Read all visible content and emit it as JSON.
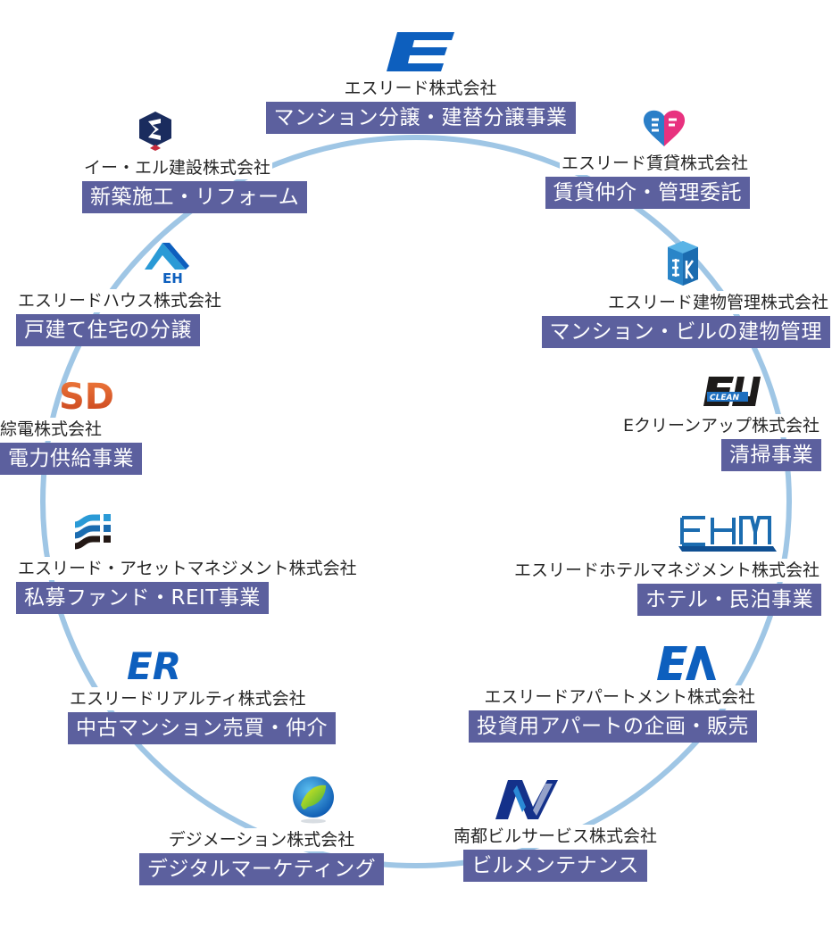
{
  "diagram": {
    "ring_color": "#9fc6e5",
    "label_bg_color": "#5c609e",
    "companies": [
      {
        "id": "esreed",
        "logo": "e-logo-icon",
        "name": "エスリード株式会社",
        "business": "マンション分譲・建替分譲事業"
      },
      {
        "id": "eel",
        "logo": "hexagon-e-logo-icon",
        "name": "イー・エル建設株式会社",
        "business": "新築施工・リフォーム"
      },
      {
        "id": "chintai",
        "logo": "heart-ef-logo-icon",
        "name": "エスリード賃貸株式会社",
        "business": "賃貸仲介・管理委託"
      },
      {
        "id": "house",
        "logo": "eh-house-logo-icon",
        "name": "エスリードハウス株式会社",
        "business": "戸建て住宅の分譲"
      },
      {
        "id": "tatemono",
        "logo": "tek-cube-logo-icon",
        "name": "エスリード建物管理株式会社",
        "business": "マンション・ビルの建物管理"
      },
      {
        "id": "soden",
        "logo": "sd-logo-icon",
        "name": "綜電株式会社",
        "business": "電力供給事業"
      },
      {
        "id": "clean",
        "logo": "eu-clean-logo-icon",
        "name": "Eクリーンアップ株式会社",
        "business": "清掃事業"
      },
      {
        "id": "asset",
        "logo": "stripes-f-logo-icon",
        "name": "エスリード・アセットマネジメント株式会社",
        "business": "私募ファンド・REIT事業"
      },
      {
        "id": "hotel",
        "logo": "ehm-logo-icon",
        "name": "エスリードホテルマネジメント株式会社",
        "business": "ホテル・民泊事業"
      },
      {
        "id": "realty",
        "logo": "er-logo-icon",
        "name": "エスリードリアルティ株式会社",
        "business": "中古マンション売買・仲介"
      },
      {
        "id": "apartment",
        "logo": "ea-logo-icon",
        "name": "エスリードアパートメント株式会社",
        "business": "投資用アパートの企画・販売"
      },
      {
        "id": "digimation",
        "logo": "globe-leaf-logo-icon",
        "name": "デジメーション株式会社",
        "business": "デジタルマーケティング"
      },
      {
        "id": "nanto",
        "logo": "nv-logo-icon",
        "name": "南都ビルサービス株式会社",
        "business": "ビルメンテナンス"
      }
    ],
    "logo_texts": {
      "eh": "EH",
      "sd": "SD",
      "clean": "CLEAN",
      "er": "ER"
    }
  }
}
